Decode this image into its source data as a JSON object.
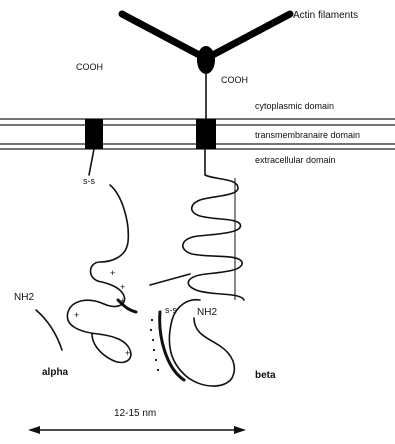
{
  "labels": {
    "actin": "Actin filaments",
    "cooh_alpha": "COOH",
    "cooh_beta": "COOH",
    "cytoplasmic": "cytoplasmic domain",
    "transmembrane": "transmembranaire domain",
    "extracellular": "extracellular domain",
    "ss_alpha": "s-s",
    "ss_beta": "s-s",
    "nh2_alpha": "NH2",
    "nh2_beta": "NH2",
    "alpha": "alpha",
    "beta": "beta",
    "scale": "12-15 nm"
  }
}
